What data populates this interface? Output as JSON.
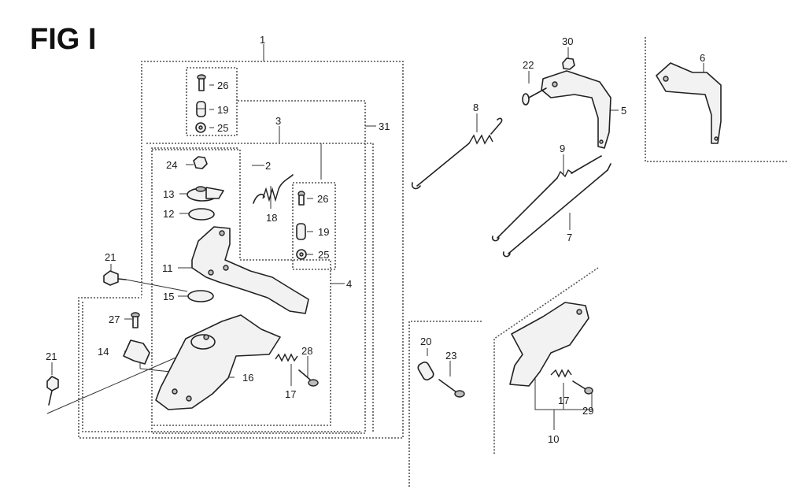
{
  "figure": {
    "title": "FIG I"
  },
  "callouts": {
    "c1": "1",
    "c2": "2",
    "c3": "3",
    "c4": "4",
    "c5": "5",
    "c6": "6",
    "c7": "7",
    "c8": "8",
    "c9": "9",
    "c10": "10",
    "c11": "11",
    "c12": "12",
    "c13": "13",
    "c14": "14",
    "c15": "15",
    "c16": "16",
    "c17a": "17",
    "c17b": "17",
    "c18": "18",
    "c19a": "19",
    "c19b": "19",
    "c20": "20",
    "c21a": "21",
    "c21b": "21",
    "c22": "22",
    "c23": "23",
    "c24": "24",
    "c25a": "25",
    "c25b": "25",
    "c26a": "26",
    "c26b": "26",
    "c27": "27",
    "c28": "28",
    "c29": "29",
    "c30": "30",
    "c31": "31"
  }
}
